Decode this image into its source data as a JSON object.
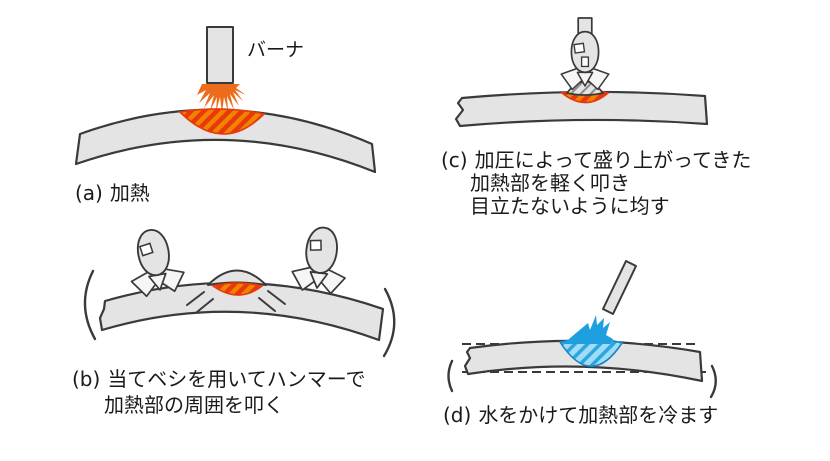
{
  "panels": {
    "a": {
      "marker": "(a)",
      "caption": "加熱",
      "burner_label": "バーナ"
    },
    "b": {
      "marker": "(b)",
      "caption_line1": "当てベシを用いてハンマーで",
      "caption_line2": "加熱部の周囲を叩く"
    },
    "c": {
      "marker": "(c)",
      "caption_line1": "加圧によって盛り上がってきた",
      "caption_line2": "加熱部を軽く叩き",
      "caption_line3": "目立たないように均す"
    },
    "d": {
      "marker": "(d)",
      "caption": "水をかけて加熱部を冷ます"
    }
  },
  "colors": {
    "plate_fill": "#E4E4E4",
    "outline": "#3A3A3A",
    "heat_red": "#E8380C",
    "heat_stripe": "#F08300",
    "flame_orange": "#ED6C1C",
    "water_blue": "#1E9FDE",
    "water_fill": "#9FDCF6",
    "water_stripe": "#2BA6DF",
    "water_outline": "#1786C8",
    "gray_stripe": "#8C8C8C",
    "text": "#1A1A1A"
  }
}
